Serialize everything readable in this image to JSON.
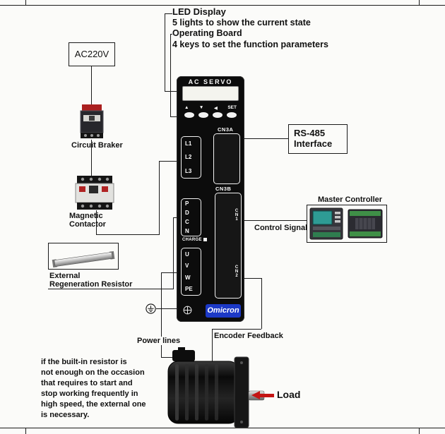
{
  "colors": {
    "brand_blue": "#1c39c6",
    "arrow_red": "#c41414",
    "line_black": "#1a1a1a",
    "hmi_screen_teal": "#2e9b94"
  },
  "top_annotation": {
    "line1": "LED Display",
    "line2": "5 lights to show the current state",
    "line3": "Operating  Board",
    "line4": "4 keys to set the function parameters"
  },
  "left_chain": {
    "source_label": "AC220V",
    "breaker_label": "Circuit Braker",
    "contactor_label_1": "Magnetic",
    "contactor_label_2": "Contactor",
    "resistor_label_1": "External",
    "resistor_label_2": "Regeneration Resistor"
  },
  "drive": {
    "header": "AC SERVO",
    "key_labels": [
      "▲",
      "▼",
      "◀",
      "SET"
    ],
    "cn3a_label": "CN3A",
    "cn3b_label": "CN3B",
    "power_terminals": [
      "L1",
      "L2",
      "L3"
    ],
    "dc_bus_terminals": [
      "P",
      "D",
      "C",
      "N"
    ],
    "charge_label": "CHARGE",
    "output_terminals": [
      "U",
      "V",
      "W",
      "PE"
    ],
    "cn1_label": "CN1",
    "cn2_label": "CN2",
    "brand": "Omicron"
  },
  "right_side": {
    "rs485_line1": "RS-485",
    "rs485_line2": "Interface",
    "master_controller_label": "Master Controller",
    "control_signal_label": "Control Signal"
  },
  "bottom": {
    "power_lines_label": "Power lines",
    "encoder_feedback_label": "Encoder Feedback",
    "load_label": "Load",
    "note_lines": [
      "if the built-in resistor is",
      "not enough on the occasion",
      "that requires to start  and",
      "stop working frequently in",
      "high speed, the external one",
      "is necessary."
    ]
  }
}
